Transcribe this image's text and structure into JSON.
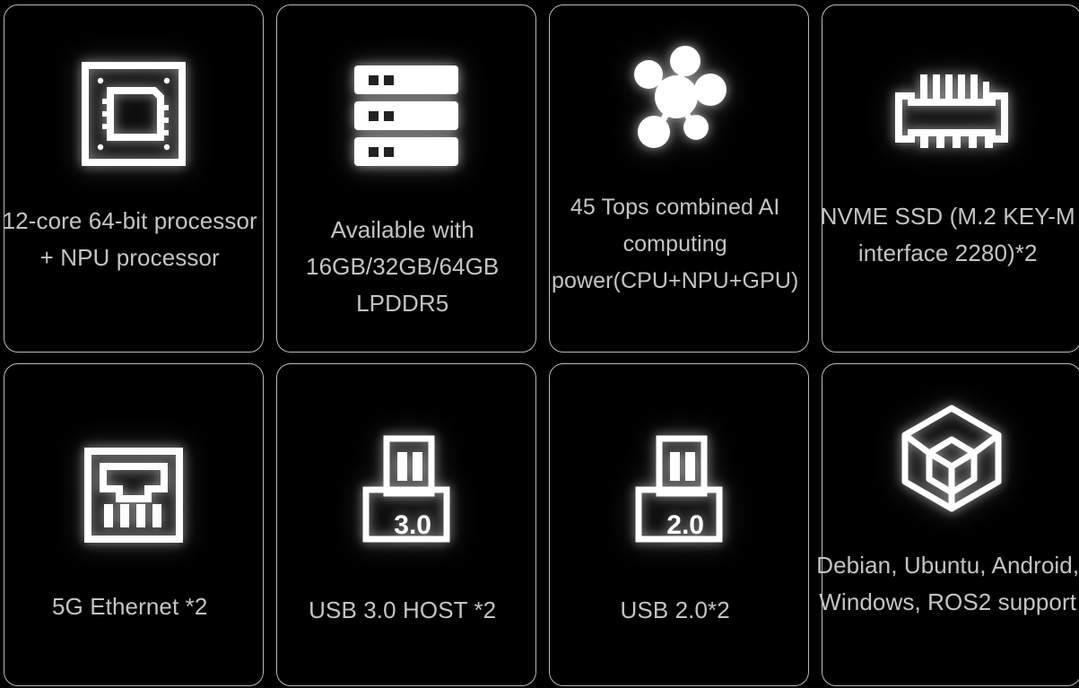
{
  "theme": {
    "background": "#000000",
    "card_border": "#b9b9b9",
    "text_color": "#c4c4c4",
    "icon_color": "#ffffff"
  },
  "grid": {
    "columns": 4,
    "rows": 2,
    "cards": [
      {
        "id": "cpu",
        "icon": "cpu-chip-icon",
        "caption": "12-core 64-bit processor + NPU processor"
      },
      {
        "id": "memory",
        "icon": "memory-modules-icon",
        "caption": "Available with 16GB/32GB/64GB LPDDR5"
      },
      {
        "id": "ai",
        "icon": "ai-network-nodes-icon",
        "caption": "45 Tops combined AI computing power(CPU+NPU+GPU)"
      },
      {
        "id": "ssd",
        "icon": "nvme-ssd-connector-icon",
        "caption": "NVME SSD (M.2 KEY-M interface 2280)*2"
      },
      {
        "id": "ethernet",
        "icon": "ethernet-rj45-port-icon",
        "caption": "5G Ethernet *2"
      },
      {
        "id": "usb3",
        "icon": "usb-port-icon",
        "icon_label": "3.0",
        "caption": "USB 3.0 HOST *2"
      },
      {
        "id": "usb2",
        "icon": "usb-port-icon",
        "icon_label": "2.0",
        "caption": "USB 2.0*2"
      },
      {
        "id": "os",
        "icon": "os-cube-icon",
        "caption": "Debian, Ubuntu, Android, Windows, ROS2 support"
      }
    ]
  }
}
